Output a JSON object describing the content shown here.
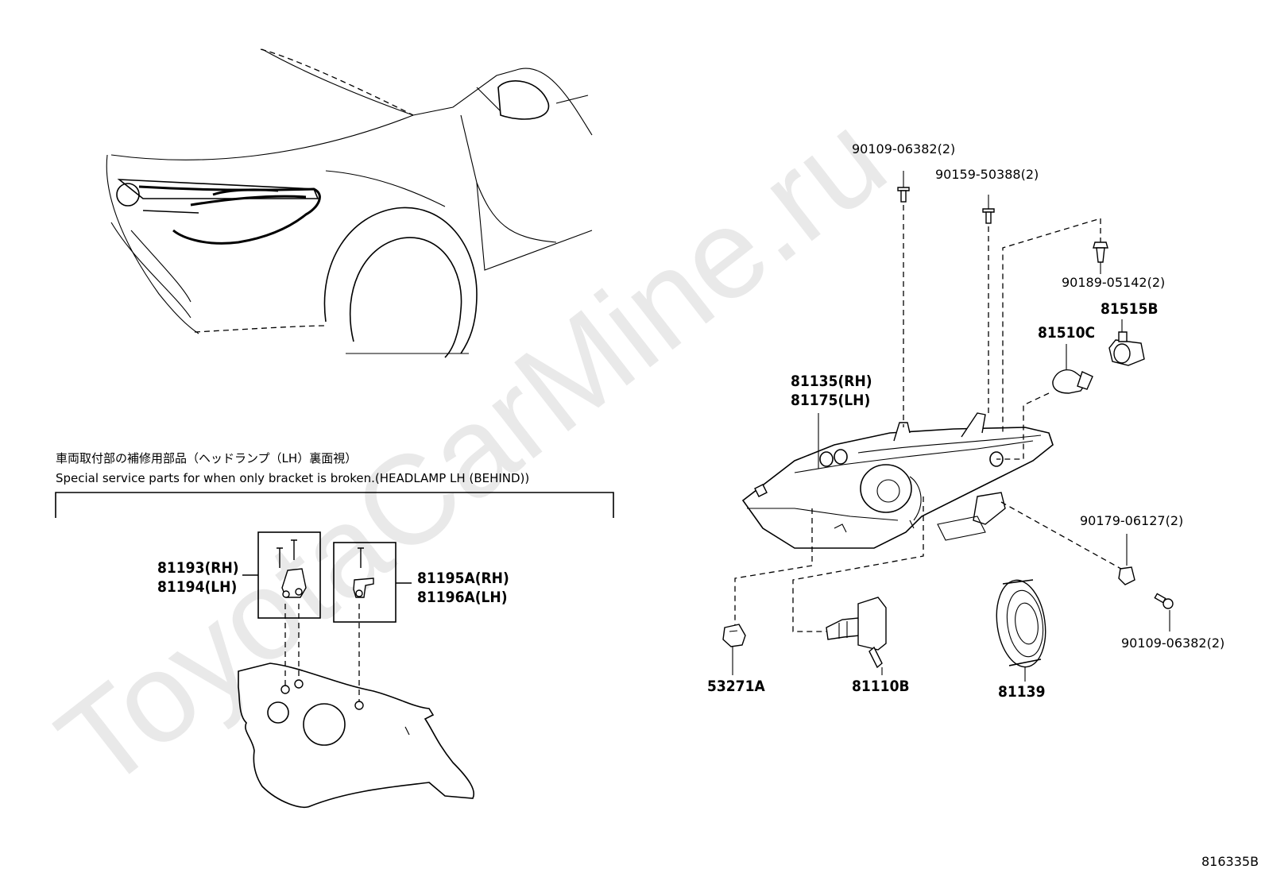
{
  "watermark": "ToyotaCarMine.ru",
  "diagram_id": "816335B",
  "special_note": {
    "japanese": "車両取付部の補修用部品（ヘッドランプ（LH）裏面視）",
    "english": "Special service parts for when only bracket is broken.(HEADLAMP LH (BEHIND))"
  },
  "parts": {
    "p90109_top": "90109-06382(2)",
    "p90159": "90159-50388(2)",
    "p90189": "90189-05142(2)",
    "p81515": "81515B",
    "p81510": "81510C",
    "p81135": "81135(RH)",
    "p81175": "81175(LH)",
    "p90179": "90179-06127(2)",
    "p90109_bottom": "90109-06382(2)",
    "p53271": "53271A",
    "p81110": "81110B",
    "p81139": "81139",
    "p81193": "81193(RH)",
    "p81194": "81194(LH)",
    "p81195": "81195A(RH)",
    "p81196": "81196A(LH)"
  }
}
